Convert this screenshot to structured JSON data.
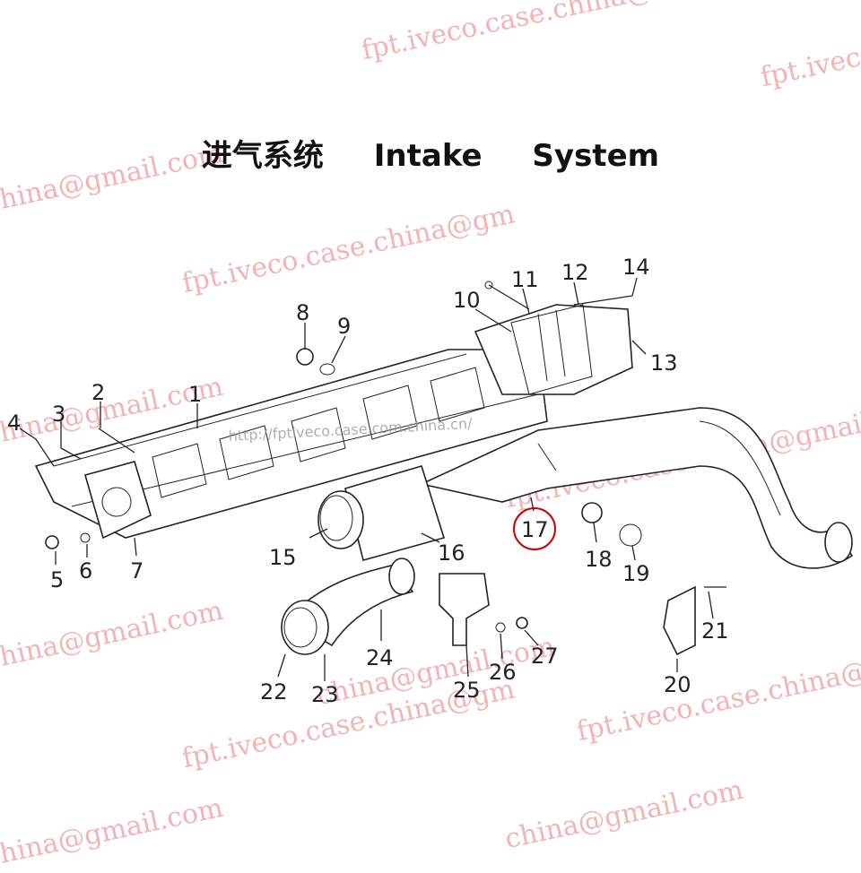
{
  "title": {
    "cn": "进气系统",
    "en1": "Intake",
    "en2": "System"
  },
  "watermarks": [
    "fpt.iveco.case.china@",
    "fpt.iveco.case.china@gma",
    "fpt.iveco",
    "china@gmail.com",
    "china@gmail.com",
    "fpt.iveco.case.china@gm",
    "china@gmail.com",
    "fpt.iveco.case.china@gmail.com",
    "fpt.iveco.case.china@gm",
    "china@gmail.com",
    "china@gmail.com",
    "fpt.iveco.case.china@gmail.com",
    "fpt.iveco.case.china@gm",
    "china@gmail.com",
    "china@gmail.com"
  ],
  "url_watermark": "http://fptiveco.case.com.china.cn/",
  "callouts": [
    "1",
    "2",
    "3",
    "4",
    "5",
    "6",
    "7",
    "8",
    "9",
    "10",
    "11",
    "12",
    "13",
    "14",
    "15",
    "16",
    "17",
    "18",
    "19",
    "20",
    "21",
    "22",
    "23",
    "24",
    "25",
    "26",
    "27"
  ],
  "highlight": {
    "label": "17",
    "color": "#cc0000"
  },
  "colors": {
    "watermark": "#f2a6a6",
    "line": "#222222",
    "highlight": "#cc0000"
  }
}
